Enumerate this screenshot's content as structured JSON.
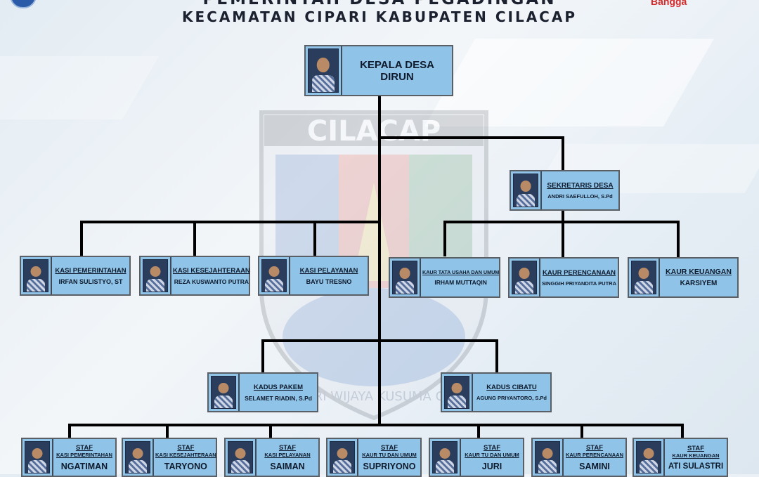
{
  "header": {
    "line1": "PEMERINTAH DESA PEGADINGAN",
    "line2": "KECAMATAN CIPARI KABUPATEN CILACAP",
    "right_logo_text": "Bangga"
  },
  "chart": {
    "head": {
      "role": "KEPALA DESA",
      "name": "DIRUN"
    },
    "secretary": {
      "role": "SEKRETARIS DESA",
      "name": "ANDRI SAEFULLOH, S.Pd"
    },
    "kasi": [
      {
        "role": "KASI PEMERINTAHAN",
        "name": "IRFAN SULISTYO, ST"
      },
      {
        "role": "KASI KESEJAHTERAAN",
        "name": "REZA KUSWANTO PUTRA"
      },
      {
        "role": "KASI PELAYANAN",
        "name": "BAYU TRESNO"
      }
    ],
    "kaur": [
      {
        "role": "KAUR TATA USAHA DAN UMUM",
        "name": "IRHAM MUTTAQIN"
      },
      {
        "role": "KAUR PERENCANAAN",
        "name": "SINGGIH PRIYANDITA PUTRA"
      },
      {
        "role": "KAUR KEUANGAN",
        "name": "KARSIYEM"
      }
    ],
    "kadus": [
      {
        "role": "KADUS PAKEM",
        "name": "SELAMET RIADIN, S.Pd"
      },
      {
        "role": "KADUS CIBATU",
        "name": "AGUNG PRIYANTORO, S.Pd"
      }
    ],
    "staf": [
      {
        "role": "STAF",
        "sub": "KASI PEMERINTAHAN",
        "name": "NGATIMAN"
      },
      {
        "role": "STAF",
        "sub": "KASI KESEJAHTERAAN",
        "name": "TARYONO"
      },
      {
        "role": "STAF",
        "sub": "KASI PELAYANAN",
        "name": "SAIMAN"
      },
      {
        "role": "STAF",
        "sub": "KAUR TU DAN UMUM",
        "name": "SUPRIYONO"
      },
      {
        "role": "STAF",
        "sub": "KAUR TU DAN UMUM",
        "name": "JURI"
      },
      {
        "role": "STAF",
        "sub": "KAUR PERENCANAAN",
        "name": "SAMINI"
      },
      {
        "role": "STAF",
        "sub": "KAUR KEUANGAN",
        "name": "ATI SULASTRI"
      }
    ]
  },
  "background": {
    "emblem_text": "CILACAP",
    "emblem_motto": "JALADRI WIJAYA KUSUMA CAKTI"
  }
}
